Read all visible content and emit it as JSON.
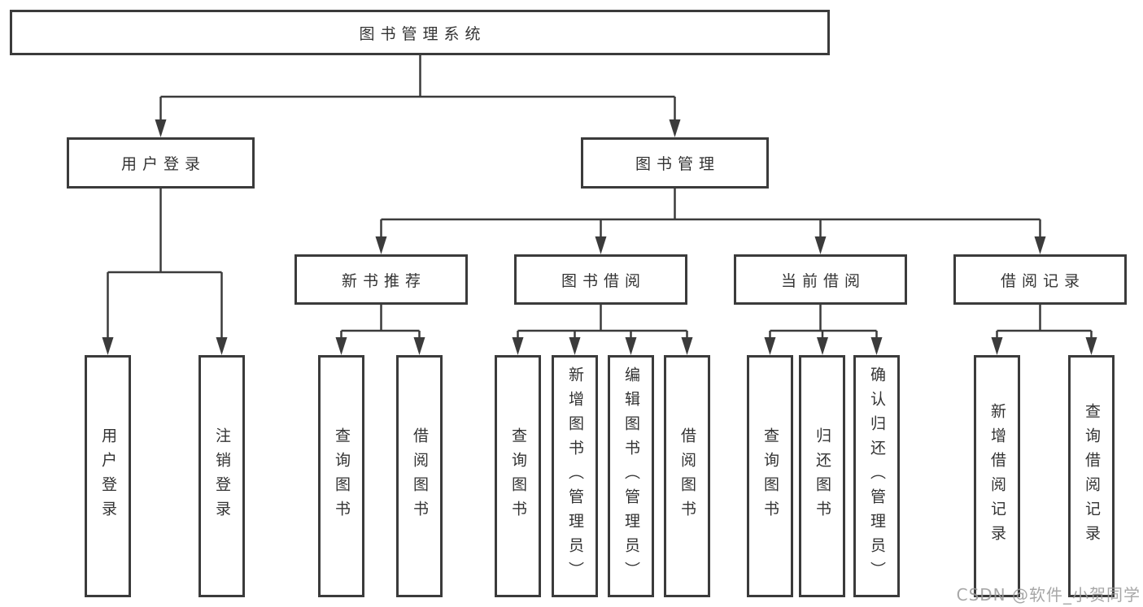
{
  "diagram": {
    "root": {
      "label": "图书管理系统"
    },
    "branches": [
      {
        "label": "用户登录",
        "children": [
          {
            "label": "用户登录"
          },
          {
            "label": "注销登录"
          }
        ]
      },
      {
        "label": "图书管理",
        "children": [
          {
            "label": "新书推荐",
            "children": [
              {
                "label": "查询图书"
              },
              {
                "label": "借阅图书"
              }
            ]
          },
          {
            "label": "图书借阅",
            "children": [
              {
                "label": "查询图书"
              },
              {
                "label": "新增图书（管理员）"
              },
              {
                "label": "编辑图书（管理员）"
              },
              {
                "label": "借阅图书"
              }
            ]
          },
          {
            "label": "当前借阅",
            "children": [
              {
                "label": "查询图书"
              },
              {
                "label": "归还图书"
              },
              {
                "label": "确认归还（管理员）"
              }
            ]
          },
          {
            "label": "借阅记录",
            "children": [
              {
                "label": "新增借阅记录"
              },
              {
                "label": "查询借阅记录"
              }
            ]
          }
        ]
      }
    ],
    "watermark": "CSDN @软件_小贺同学",
    "colors": {
      "line": "#3b3b3b",
      "text": "#333333",
      "watermark": "#9c9c9c",
      "background": "#ffffff"
    }
  }
}
